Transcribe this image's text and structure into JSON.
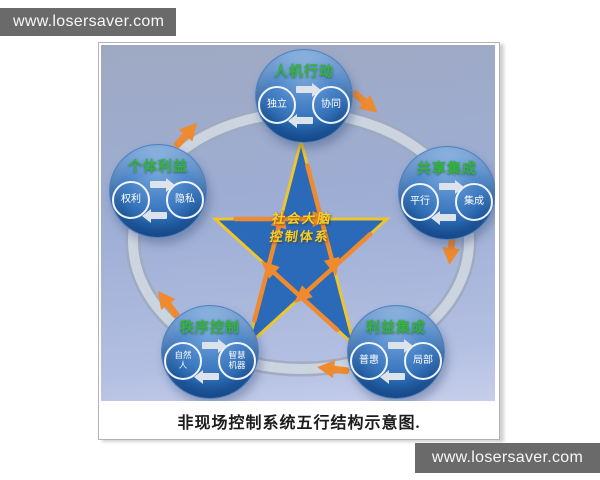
{
  "watermark": {
    "text": "www.losersaver.com"
  },
  "figure": {
    "caption": "非现场控制系统五行结构示意图.",
    "center_star": {
      "line1": "社会大脑",
      "line2": "控制体系"
    },
    "nodes": {
      "top": {
        "title": "人机行动",
        "left": "独立",
        "right": "协同"
      },
      "right": {
        "title": "共享集成",
        "left": "平行",
        "right": "集成"
      },
      "left": {
        "title": "个体利益",
        "left": "权利",
        "right": "隐私"
      },
      "bottom_left": {
        "title": "秩序控制",
        "left": "自然人",
        "right": "智慧机器"
      },
      "bottom_right": {
        "title": "利益集成",
        "left": "普惠",
        "right": "局部"
      }
    },
    "flow": "clockwise",
    "colors": {
      "node_blue": "#2767b0",
      "title_green": "#35b33a",
      "star_fill": "#2a6ab8",
      "star_edge_gold": "#eec52c",
      "arrow_orange": "#ef8a2e",
      "ring_silver": "#b9c3d3",
      "center_text_yellow": "#f6cf2b",
      "watermark_gray": "#6a6a6a"
    }
  }
}
